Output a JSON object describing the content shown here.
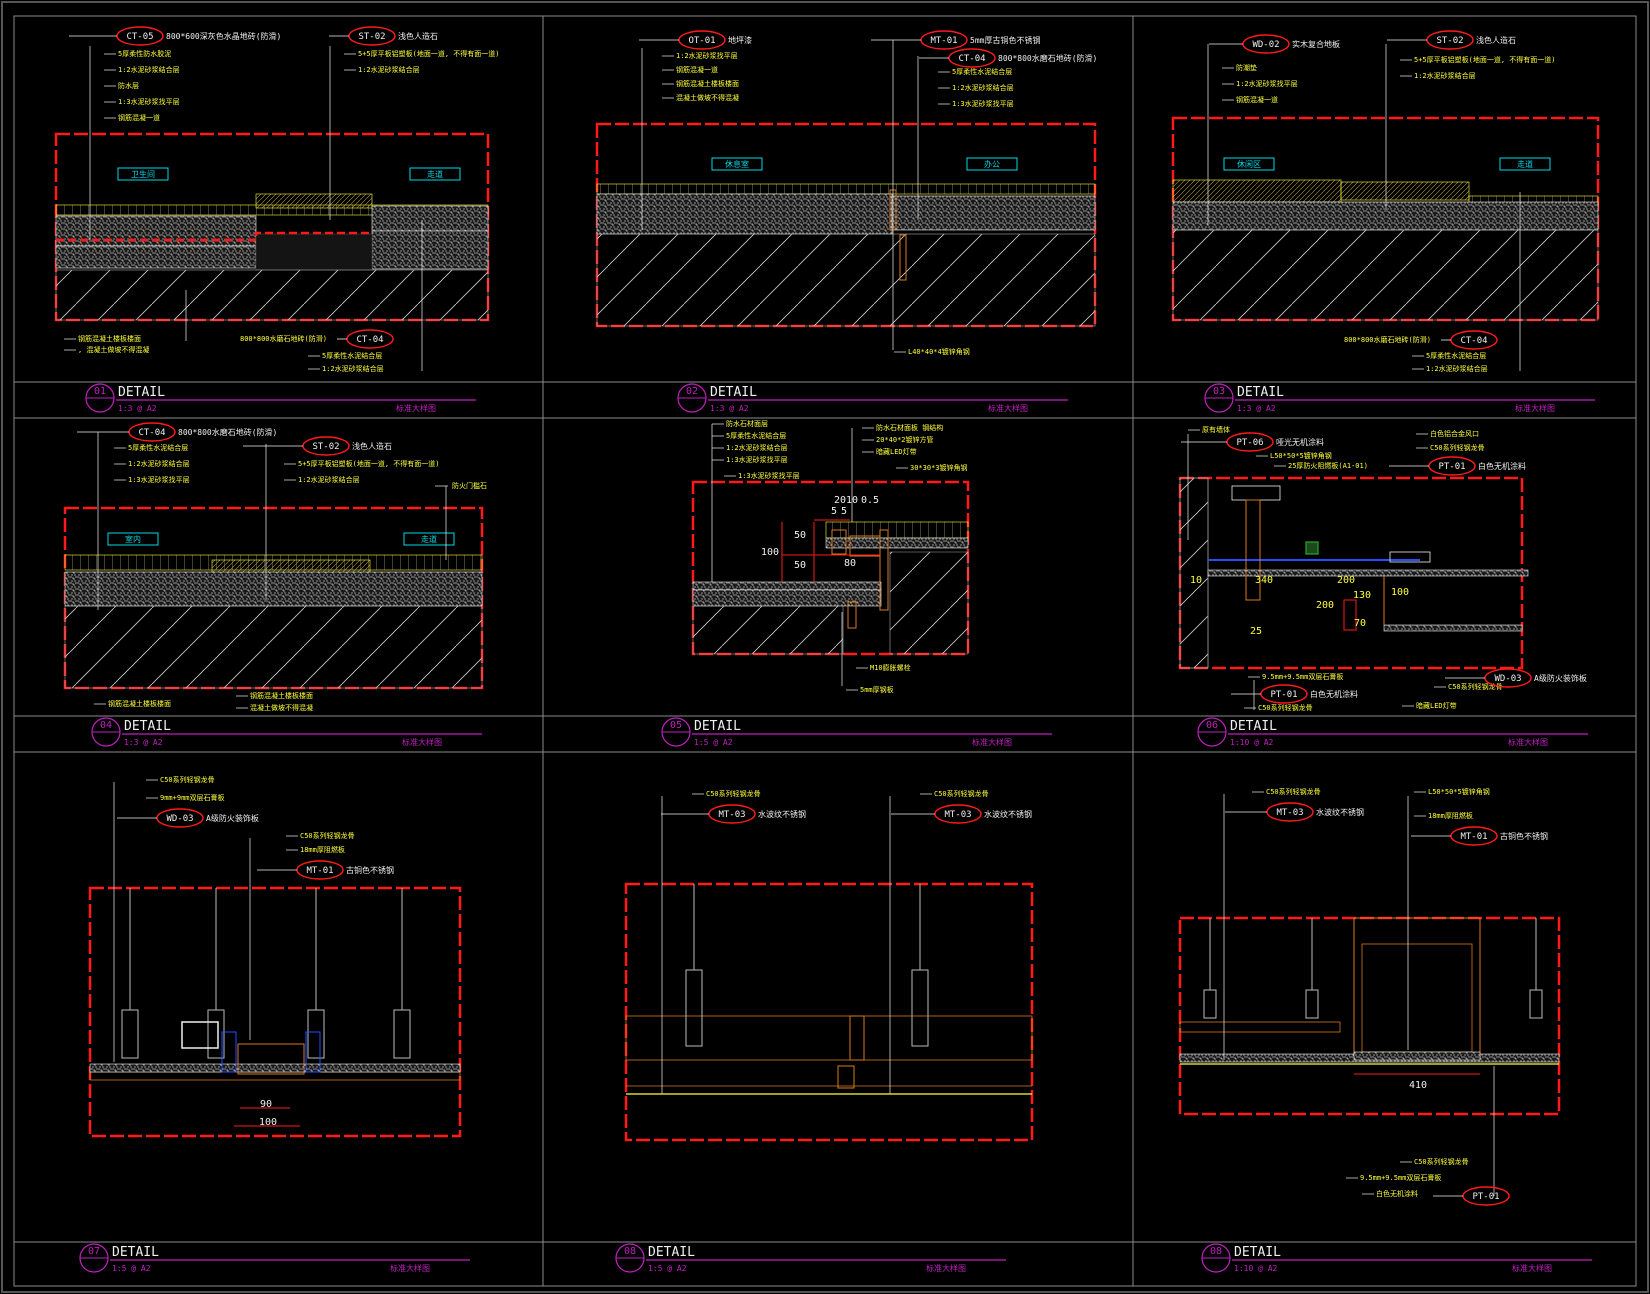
{
  "colors": {
    "frame": "#8a8a8a",
    "redline": "#ff1a1a",
    "yellow": "#ffff3a",
    "magenta": "#c020c0",
    "cyan": "#00d8e8",
    "orange": "#d87a20",
    "white": "#f0f0f0",
    "gray": "#9a9a9a",
    "blue": "#2050ff",
    "green": "#30c030"
  },
  "panels": [
    {
      "id": "01",
      "title": "DETAIL",
      "scale": "1:3 @ A2",
      "sub": "标准大样图",
      "tags": [
        {
          "code": "CT-05",
          "note": "800*600深灰色水晶地砖(防滑)"
        },
        {
          "code": "ST-02",
          "note": "浅色人造石"
        },
        {
          "code": "CT-04",
          "note": ""
        }
      ],
      "notes": [
        "5厚柔性防水胶泥",
        "1:2水泥砂浆结合层",
        "防水层",
        "1:3水泥砂浆找平层",
        "钢筋混凝一道",
        "5+5厚平板铝塑板(地面一道, 不得有面一道)",
        "1:2水泥砂浆结合层",
        "钢筋混凝土楼板楼面",
        ", 混凝土做坡不得混凝",
        "800*800水磨石地砖(防滑)",
        "5厚柔性水泥结合层",
        "1:2水泥砂浆结合层"
      ],
      "rooms": [
        "卫生间",
        "走道"
      ]
    },
    {
      "id": "02",
      "title": "DETAIL",
      "scale": "1:3 @ A2",
      "sub": "标准大样图",
      "tags": [
        {
          "code": "OT-01",
          "note": "地坪漆"
        },
        {
          "code": "MT-01",
          "note": "5mm厚古铜色不锈钢"
        },
        {
          "code": "CT-04",
          "note": "800*800水磨石地砖(防滑)"
        }
      ],
      "notes": [
        "1:2水泥砂浆找平层",
        "钢筋混凝一道",
        "钢筋混凝土楼板楼面",
        "混凝土做坡不得混凝",
        "5厚柔性水泥结合层",
        "1:2水泥砂浆结合层",
        "1:3水泥砂浆找平层",
        "L40*40*4镀锌角钢"
      ],
      "rooms": [
        "休息室",
        "办公"
      ]
    },
    {
      "id": "03",
      "title": "DETAIL",
      "scale": "1:3 @ A2",
      "sub": "标准大样图",
      "tags": [
        {
          "code": "WD-02",
          "note": "实木复合地板"
        },
        {
          "code": "ST-02",
          "note": "浅色人造石"
        },
        {
          "code": "CT-04",
          "note": ""
        }
      ],
      "notes": [
        "防潮垫",
        "1:2水泥砂浆找平层",
        "钢筋混凝一道",
        "5+5厚平板铝塑板(地面一道, 不得有面一道)",
        "1:2水泥砂浆结合层",
        "800*800水磨石地砖(防滑)",
        "5厚柔性水泥结合层",
        "1:2水泥砂浆结合层"
      ],
      "rooms": [
        "休闲区",
        "走道"
      ]
    },
    {
      "id": "04",
      "title": "DETAIL",
      "scale": "1:3 @ A2",
      "sub": "标准大样图",
      "tags": [
        {
          "code": "CT-04",
          "note": "800*800水磨石地砖(防滑)"
        },
        {
          "code": "ST-02",
          "note": "浅色人造石"
        }
      ],
      "notes": [
        "5厚柔性水泥结合层",
        "1:2水泥砂浆结合层",
        "1:3水泥砂浆找平层",
        "5+5厚平板铝塑板(地面一道, 不得有面一道)",
        "1:2水泥砂浆结合层",
        "钢筋混凝一道",
        "钢筋混凝土楼板楼面",
        "混凝土做坡不得混凝",
        "防火门槛石"
      ],
      "rooms": [
        "室内",
        "走道"
      ]
    },
    {
      "id": "05",
      "title": "DETAIL",
      "scale": "1:5 @ A2",
      "sub": "标准大样图",
      "tags": [],
      "notes": [
        "防水石材面层",
        "5厚柔性水泥结合层",
        "1:2水泥砂浆结合层",
        "1:3水泥砂浆找平层",
        "防水石材面板 钢结构",
        "20*40*2镀锌方管",
        "暗藏LED灯带",
        "30*30*3镀锌角钢",
        "M10膨胀螺栓",
        "5mm厚钢板"
      ],
      "dims": [
        "2010",
        "0.5",
        "5",
        "5",
        "50",
        "50",
        "100",
        "80"
      ]
    },
    {
      "id": "06",
      "title": "DETAIL",
      "scale": "1:10 @ A2",
      "sub": "标准大样图",
      "tags": [
        {
          "code": "PT-06",
          "note": "哑光无机涂料"
        },
        {
          "code": "PT-01",
          "note": "白色无机涂料"
        },
        {
          "code": "WD-03",
          "note": "A级防火装饰板"
        },
        {
          "code": "PT-01",
          "note": "白色无机涂料"
        }
      ],
      "notes": [
        "原有墙体",
        "L50*50*5镀锌角钢",
        "25厚防火阻燃板(A1-01)",
        "白色铝合金风口",
        "C50系列轻钢龙骨",
        "9.5mm+9.5mm双层石膏板",
        "C50系列轻钢龙骨",
        "暗藏LED灯带",
        "C50系列副龙骨"
      ],
      "dims": [
        "10",
        "340",
        "200",
        "100",
        "200",
        "130",
        "25",
        "70"
      ]
    },
    {
      "id": "07",
      "title": "DETAIL",
      "scale": "1:5 @ A2",
      "sub": "标准大样图",
      "tags": [
        {
          "code": "WD-03",
          "note": "A级防火装饰板"
        },
        {
          "code": "MT-01",
          "note": "古铜色不锈钢"
        }
      ],
      "notes": [
        "C50系列轻钢龙骨",
        "9mm+9mm双层石膏板",
        "C50系列轻钢龙骨",
        "18mm厚阻燃板"
      ],
      "dims": [
        "90",
        "100"
      ]
    },
    {
      "id": "08",
      "title": "DETAIL",
      "scale": "1:5 @ A2",
      "sub": "标准大样图",
      "tags": [
        {
          "code": "MT-03",
          "note": "水波纹不锈钢"
        },
        {
          "code": "MT-03",
          "note": "水波纹不锈钢"
        }
      ],
      "notes": [
        "C50系列轻钢龙骨",
        "C50系列轻钢龙骨"
      ]
    },
    {
      "id": "08",
      "title": "DETAIL",
      "scale": "1:10 @ A2",
      "sub": "标准大样图",
      "tags": [
        {
          "code": "MT-03",
          "note": "水波纹不锈钢"
        },
        {
          "code": "MT-01",
          "note": "古铜色不锈钢"
        },
        {
          "code": "PT-01",
          "note": ""
        }
      ],
      "notes": [
        "C50系列轻钢龙骨",
        "L50*50*5镀锌角钢",
        "18mm厚阻燃板",
        "C50系列轻钢龙骨",
        "9.5mm+9.5mm双层石膏板",
        "白色无机涂料"
      ],
      "dims": [
        "410"
      ]
    }
  ]
}
